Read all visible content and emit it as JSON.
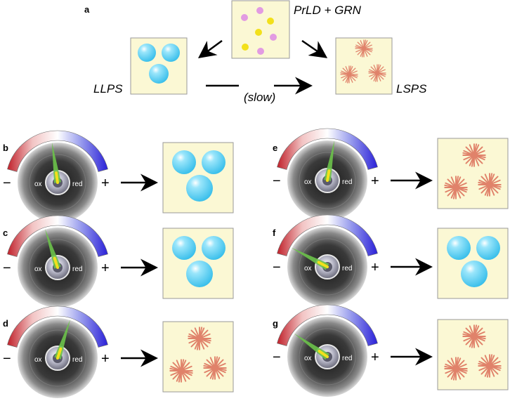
{
  "panel_a": {
    "label": "a",
    "top_label": "PrLD + GRN",
    "left_label": "LLPS",
    "right_label": "LSPS",
    "arrow_label": "(slow)"
  },
  "dial": {
    "ox_label": "ox",
    "red_label": "red",
    "minus": "−",
    "plus": "+"
  },
  "colors": {
    "box_fill": "#fbf8d4",
    "droplet": "#4dc9ef",
    "fibril": "#e0826a",
    "yellow_dot": "#f2e01b",
    "pink_dot": "#e29be2",
    "needle": "#6cc24a"
  },
  "panels": [
    {
      "label": "b",
      "needle_angle": -8,
      "outcome": "droplets"
    },
    {
      "label": "c",
      "needle_angle": -18,
      "outcome": "droplets"
    },
    {
      "label": "d",
      "needle_angle": 18,
      "outcome": "fibrils"
    },
    {
      "label": "e",
      "needle_angle": 10,
      "outcome": "fibrils"
    },
    {
      "label": "f",
      "needle_angle": -62,
      "outcome": "droplets"
    },
    {
      "label": "g",
      "needle_angle": -55,
      "outcome": "fibrils"
    }
  ]
}
